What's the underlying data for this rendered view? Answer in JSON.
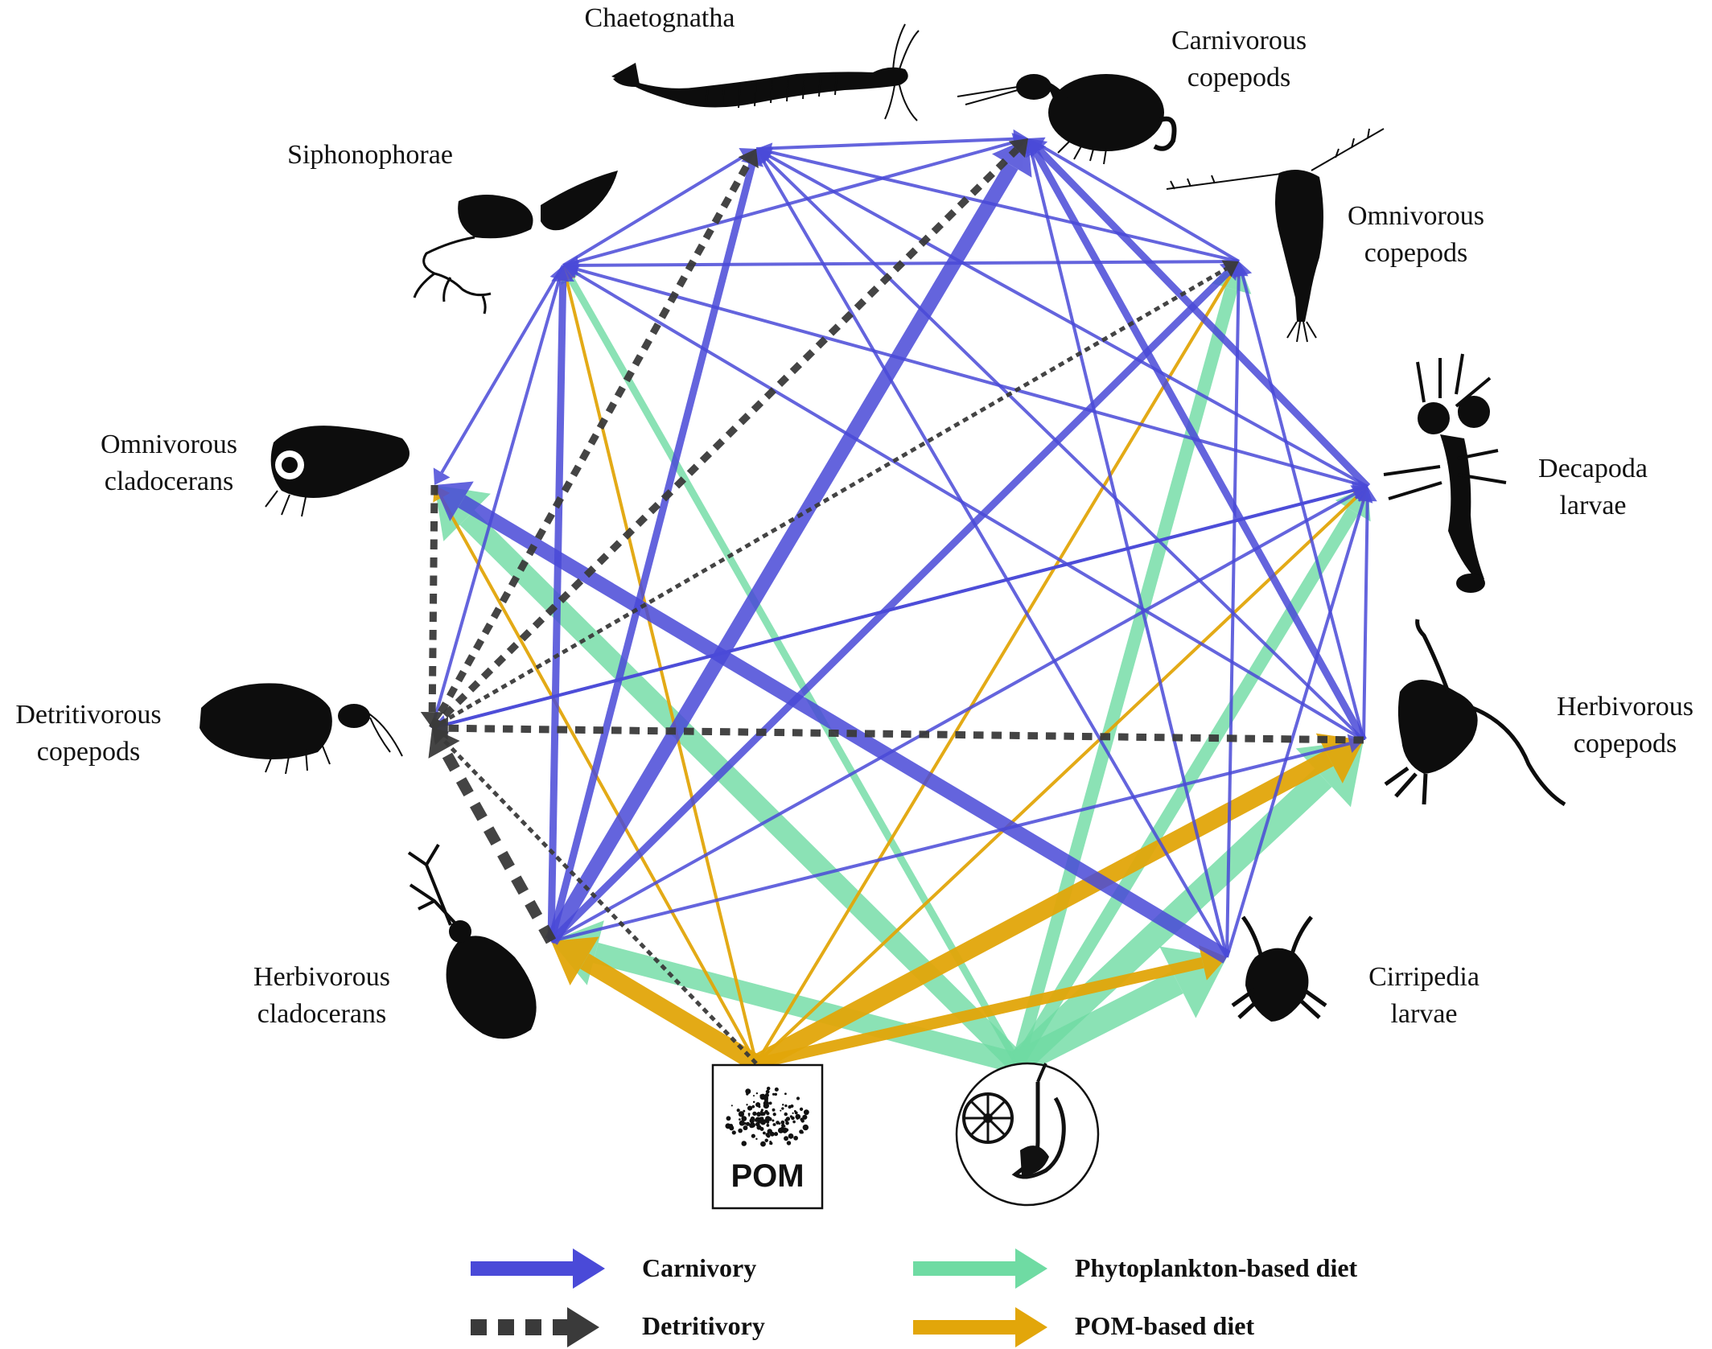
{
  "nodes": [
    {
      "id": "chaet",
      "label_lines": [
        "Chaetognatha"
      ],
      "icon": "chaetognath-icon"
    },
    {
      "id": "carnc",
      "label_lines": [
        "Carnivorous",
        "copepods"
      ],
      "icon": "carnivorous-copepod-icon"
    },
    {
      "id": "omnc",
      "label_lines": [
        "Omnivorous",
        "copepods"
      ],
      "icon": "omnivorous-copepod-icon"
    },
    {
      "id": "deca",
      "label_lines": [
        "Decapoda",
        "larvae"
      ],
      "icon": "decapod-larva-icon"
    },
    {
      "id": "herbc",
      "label_lines": [
        "Herbivorous",
        "copepods"
      ],
      "icon": "herbivorous-copepod-icon"
    },
    {
      "id": "cirr",
      "label_lines": [
        "Cirripedia",
        "larvae"
      ],
      "icon": "cirripedia-larva-icon"
    },
    {
      "id": "herbcl",
      "label_lines": [
        "Herbivorous",
        "cladocerans"
      ],
      "icon": "daphnia-icon"
    },
    {
      "id": "detc",
      "label_lines": [
        "Detritivorous",
        "copepods"
      ],
      "icon": "detritivorous-copepod-icon"
    },
    {
      "id": "omncl",
      "label_lines": [
        "Omnivorous",
        "cladocerans"
      ],
      "icon": "cladoceran-icon"
    },
    {
      "id": "siph",
      "label_lines": [
        "Siphonophorae"
      ],
      "icon": "siphonophore-icon"
    }
  ],
  "sources": {
    "pom": {
      "label": "POM",
      "icon": "pom-particles-icon"
    },
    "phyto": {
      "icon": "phytoplankton-icon"
    }
  },
  "legend": [
    {
      "type": "carn",
      "label": "Carnivory"
    },
    {
      "type": "det",
      "label": "Detritivory"
    },
    {
      "type": "phyto",
      "label": "Phytoplankton-based  diet"
    },
    {
      "type": "pom",
      "label": "POM-based diet"
    }
  ],
  "colors": {
    "carn": "#4a4ad8",
    "det": "#3a3a3a",
    "phyto": "#6fdba3",
    "pom": "#e2a60a"
  },
  "links": [
    {
      "from": "phyto",
      "to": "herbcl",
      "type": "phyto",
      "weight": 3
    },
    {
      "from": "phyto",
      "to": "omncl",
      "type": "phyto",
      "weight": 3
    },
    {
      "from": "phyto",
      "to": "siph",
      "type": "phyto",
      "weight": 1
    },
    {
      "from": "phyto",
      "to": "omnc",
      "type": "phyto",
      "weight": 2
    },
    {
      "from": "phyto",
      "to": "deca",
      "type": "phyto",
      "weight": 2
    },
    {
      "from": "phyto",
      "to": "herbc",
      "type": "phyto",
      "weight": 4
    },
    {
      "from": "phyto",
      "to": "cirr",
      "type": "phyto",
      "weight": 4
    },
    {
      "from": "pom",
      "to": "herbcl",
      "type": "pom",
      "weight": 3
    },
    {
      "from": "pom",
      "to": "omncl",
      "type": "pom",
      "weight": 1
    },
    {
      "from": "pom",
      "to": "siph",
      "type": "pom",
      "weight": 1
    },
    {
      "from": "pom",
      "to": "omnc",
      "type": "pom",
      "weight": 1
    },
    {
      "from": "pom",
      "to": "deca",
      "type": "pom",
      "weight": 1
    },
    {
      "from": "pom",
      "to": "herbc",
      "type": "pom",
      "weight": 3
    },
    {
      "from": "pom",
      "to": "cirr",
      "type": "pom",
      "weight": 2
    },
    {
      "from": "pom",
      "to": "detc",
      "type": "det",
      "weight": 1
    },
    {
      "from": "herbcl",
      "to": "detc",
      "type": "det",
      "weight": 3
    },
    {
      "from": "detc",
      "to": "chaet",
      "type": "det",
      "weight": 2
    },
    {
      "from": "detc",
      "to": "carnc",
      "type": "det",
      "weight": 2
    },
    {
      "from": "detc",
      "to": "omnc",
      "type": "det",
      "weight": 1
    },
    {
      "from": "herbc",
      "to": "detc",
      "type": "det",
      "weight": 2
    },
    {
      "from": "omncl",
      "to": "detc",
      "type": "det",
      "weight": 2
    },
    {
      "from": "cirr",
      "to": "omncl",
      "type": "carn",
      "weight": 3
    },
    {
      "from": "herbcl",
      "to": "carnc",
      "type": "carn",
      "weight": 3
    },
    {
      "from": "herbcl",
      "to": "siph",
      "type": "carn",
      "weight": 2
    },
    {
      "from": "herbcl",
      "to": "chaet",
      "type": "carn",
      "weight": 2
    },
    {
      "from": "herbcl",
      "to": "omnc",
      "type": "carn",
      "weight": 2
    },
    {
      "from": "herbcl",
      "to": "deca",
      "type": "carn",
      "weight": 1
    },
    {
      "from": "herbcl",
      "to": "herbc",
      "type": "carn",
      "weight": 1
    },
    {
      "from": "herbc",
      "to": "carnc",
      "type": "carn",
      "weight": 2
    },
    {
      "from": "herbc",
      "to": "chaet",
      "type": "carn",
      "weight": 1
    },
    {
      "from": "herbc",
      "to": "siph",
      "type": "carn",
      "weight": 1
    },
    {
      "from": "herbc",
      "to": "deca",
      "type": "carn",
      "weight": 1
    },
    {
      "from": "herbc",
      "to": "omnc",
      "type": "carn",
      "weight": 1
    },
    {
      "from": "cirr",
      "to": "chaet",
      "type": "carn",
      "weight": 1
    },
    {
      "from": "cirr",
      "to": "carnc",
      "type": "carn",
      "weight": 1
    },
    {
      "from": "cirr",
      "to": "deca",
      "type": "carn",
      "weight": 1
    },
    {
      "from": "cirr",
      "to": "omnc",
      "type": "carn",
      "weight": 1
    },
    {
      "from": "deca",
      "to": "carnc",
      "type": "carn",
      "weight": 2
    },
    {
      "from": "deca",
      "to": "chaet",
      "type": "carn",
      "weight": 1
    },
    {
      "from": "deca",
      "to": "siph",
      "type": "carn",
      "weight": 1
    },
    {
      "from": "deca",
      "to": "detc",
      "type": "carn",
      "weight": 1
    },
    {
      "from": "omnc",
      "to": "carnc",
      "type": "carn",
      "weight": 1
    },
    {
      "from": "omnc",
      "to": "chaet",
      "type": "carn",
      "weight": 1
    },
    {
      "from": "omnc",
      "to": "siph",
      "type": "carn",
      "weight": 1
    },
    {
      "from": "siph",
      "to": "chaet",
      "type": "carn",
      "weight": 1
    },
    {
      "from": "siph",
      "to": "carnc",
      "type": "carn",
      "weight": 1
    },
    {
      "from": "siph",
      "to": "omncl",
      "type": "carn",
      "weight": 1
    },
    {
      "from": "chaet",
      "to": "carnc",
      "type": "carn",
      "weight": 1
    },
    {
      "from": "detc",
      "to": "siph",
      "type": "carn",
      "weight": 1
    },
    {
      "from": "detc",
      "to": "deca",
      "type": "carn",
      "weight": 1
    }
  ]
}
